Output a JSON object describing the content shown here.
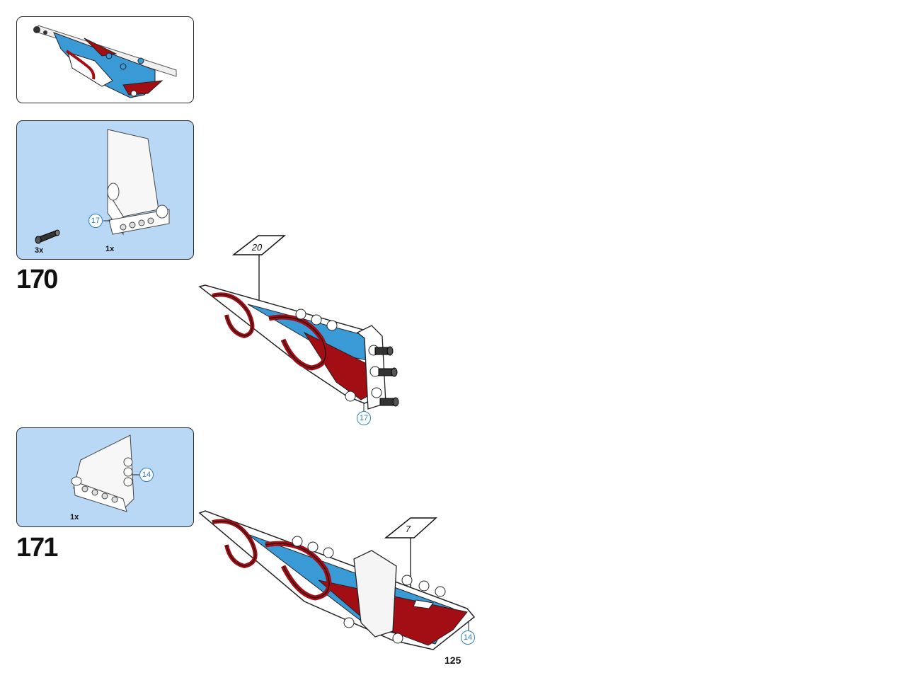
{
  "page": {
    "number": "125"
  },
  "steps": [
    {
      "number": "170",
      "parts": [
        {
          "qty": "3x",
          "name": "black-axle-pin"
        },
        {
          "qty": "1x",
          "name": "white-panel"
        }
      ],
      "callouts": [
        "17",
        "17"
      ],
      "sticker": "20"
    },
    {
      "number": "171",
      "parts": [
        {
          "qty": "1x",
          "name": "white-panel"
        }
      ],
      "callouts": [
        "14",
        "14"
      ],
      "sticker": "7"
    }
  ],
  "colors": {
    "parts_bg": "#b8d8f5",
    "azure": "#3a9ad6",
    "dark_red": "#a30d14",
    "callout": "#2a7fc0"
  }
}
